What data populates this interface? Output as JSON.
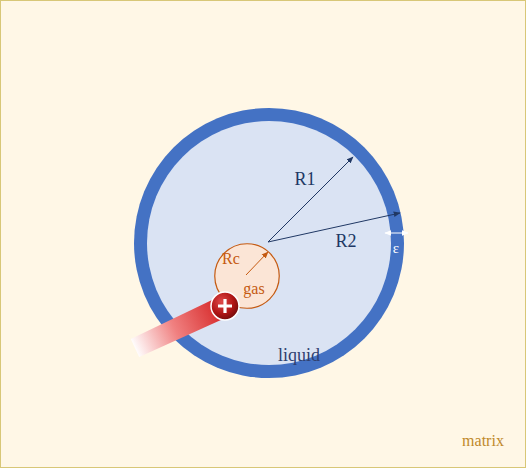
{
  "diagram": {
    "nodes": [
      {
        "text": [
          "matrix"
        ]
      },
      {
        "text": [
          "liquid"
        ],
        "in": 0
      },
      {
        "text": [
          "gas"
        ],
        "in": 1
      }
    ],
    "labels": [
      "R1",
      "R2",
      "Rc",
      "ε"
    ]
  }
}
